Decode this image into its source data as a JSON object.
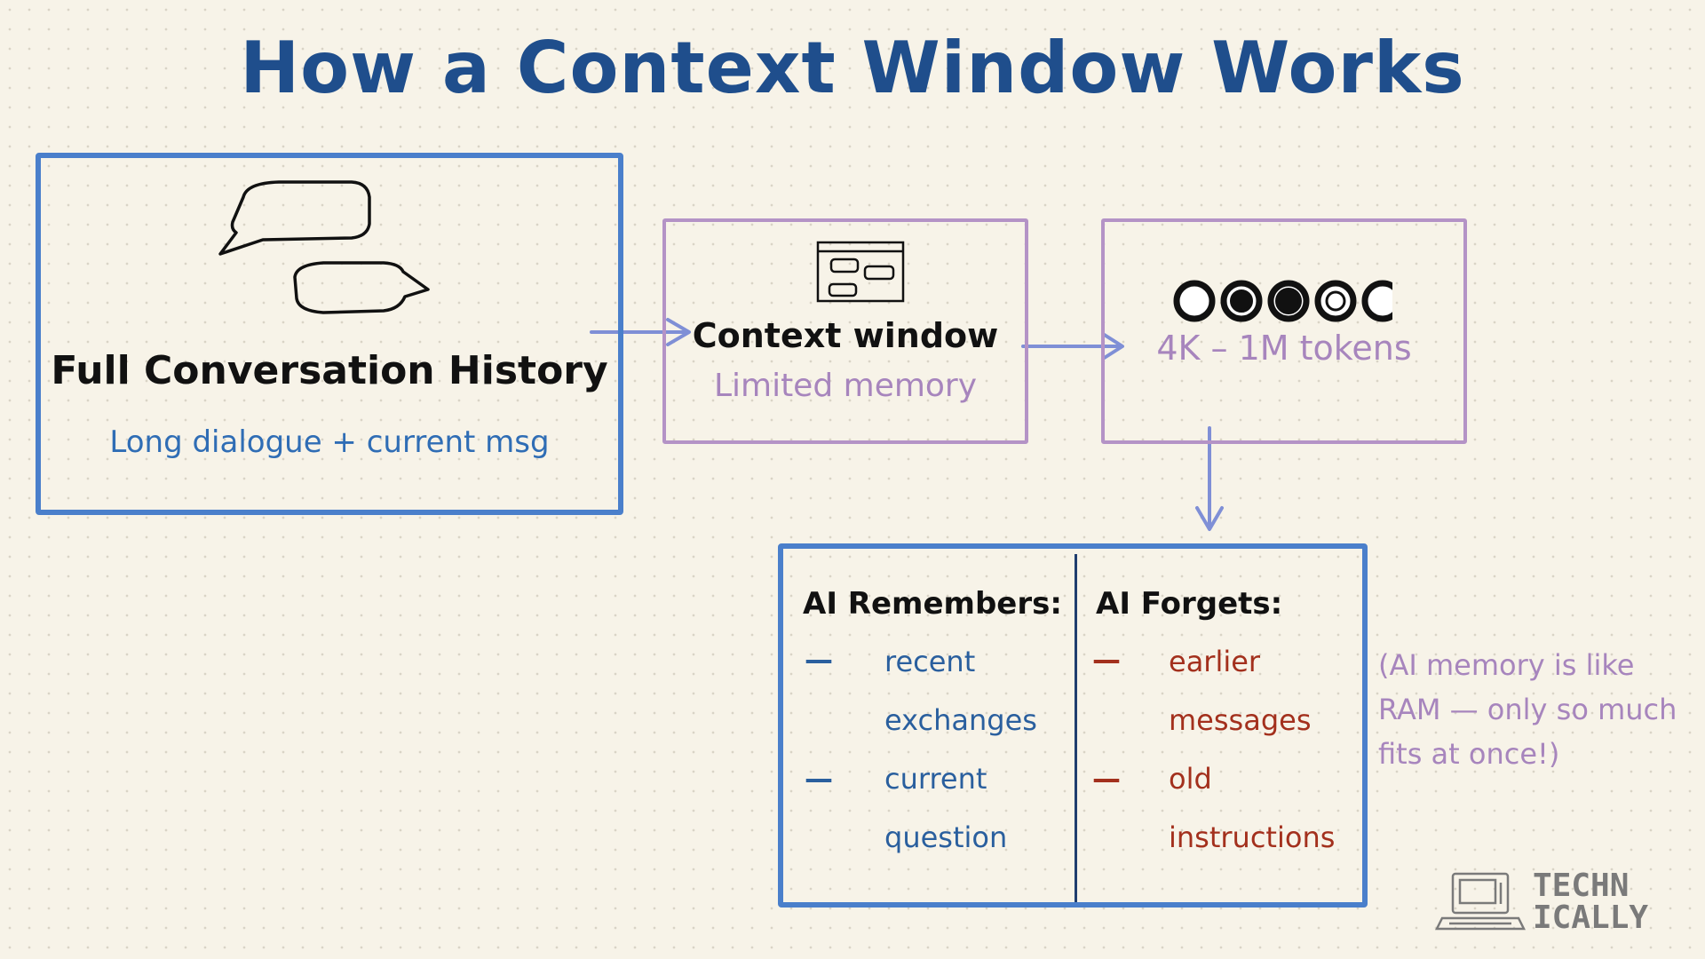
{
  "title": "How a Context Window Works",
  "history": {
    "title": "Full Conversation History",
    "subtitle": "Long dialogue + current msg"
  },
  "context": {
    "title": "Context window",
    "subtitle": "Limited memory"
  },
  "tokens": {
    "label": "4K – 1M tokens"
  },
  "remembers": {
    "heading": "AI Remembers:",
    "items": [
      "recent",
      "exchanges",
      "current",
      "question"
    ]
  },
  "forgets": {
    "heading": "AI Forgets:",
    "items": [
      "earlier",
      "messages",
      "old",
      "instructions"
    ]
  },
  "note": {
    "line1": "(AI memory is like",
    "line2": "RAM — only so much",
    "line3": "fits at once!)"
  },
  "logo": {
    "line1": "TECHN",
    "line2": "ICALLY"
  },
  "colors": {
    "blue": "#4a7fcb",
    "purple": "#b493c6",
    "title": "#1f4e8c",
    "red": "#a3301d"
  }
}
